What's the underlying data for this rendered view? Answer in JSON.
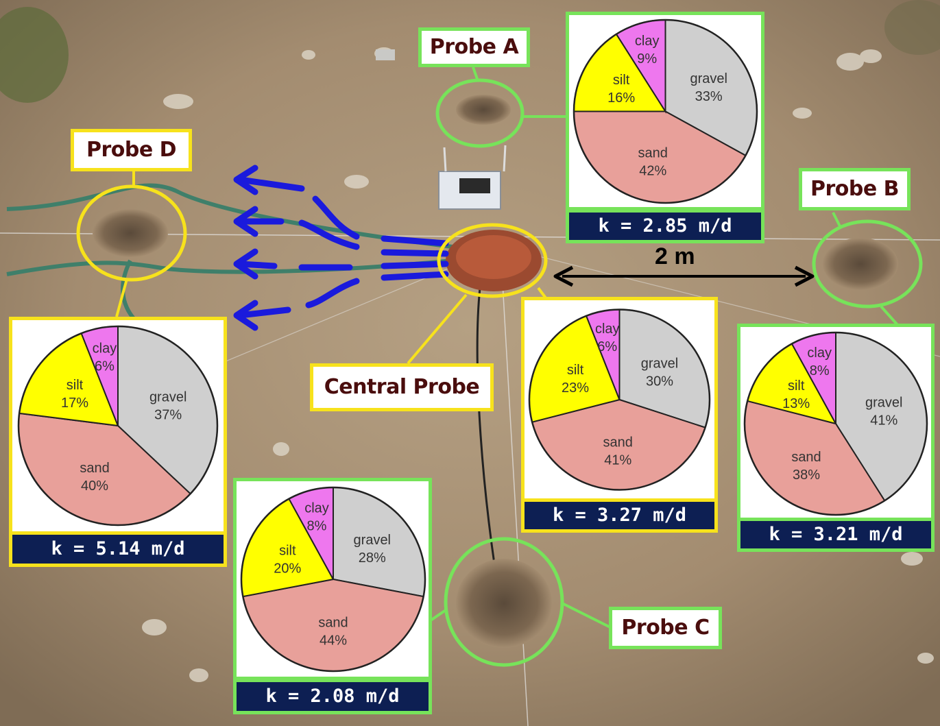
{
  "probes": [
    {
      "id": "probe-a",
      "label": "Probe A",
      "k": "k = 2.85 m/d",
      "frame_color": "#77e35a",
      "slices": [
        {
          "name": "gravel",
          "value": 33,
          "pct": "33%",
          "color": "#cfcfcf"
        },
        {
          "name": "sand",
          "value": 42,
          "pct": "42%",
          "color": "#e8a09a"
        },
        {
          "name": "silt",
          "value": 16,
          "pct": "16%",
          "color": "#ffff00"
        },
        {
          "name": "clay",
          "value": 9,
          "pct": "9%",
          "color": "#ee77ee"
        }
      ]
    },
    {
      "id": "probe-b",
      "label": "Probe B",
      "k": "k = 3.21 m/d",
      "frame_color": "#77e35a",
      "slices": [
        {
          "name": "gravel",
          "value": 41,
          "pct": "41%",
          "color": "#cfcfcf"
        },
        {
          "name": "sand",
          "value": 38,
          "pct": "38%",
          "color": "#e8a09a"
        },
        {
          "name": "silt",
          "value": 13,
          "pct": "13%",
          "color": "#ffff00"
        },
        {
          "name": "clay",
          "value": 8,
          "pct": "8%",
          "color": "#ee77ee"
        }
      ]
    },
    {
      "id": "probe-c",
      "label": "Probe C",
      "k": "k = 2.08 m/d",
      "frame_color": "#77e35a",
      "slices": [
        {
          "name": "gravel",
          "value": 28,
          "pct": "28%",
          "color": "#cfcfcf"
        },
        {
          "name": "sand",
          "value": 44,
          "pct": "44%",
          "color": "#e8a09a"
        },
        {
          "name": "silt",
          "value": 20,
          "pct": "20%",
          "color": "#ffff00"
        },
        {
          "name": "clay",
          "value": 8,
          "pct": "8%",
          "color": "#ee77ee"
        }
      ]
    },
    {
      "id": "probe-d",
      "label": "Probe D",
      "k": "k = 5.14 m/d",
      "frame_color": "#f7e21c",
      "slices": [
        {
          "name": "gravel",
          "value": 37,
          "pct": "37%",
          "color": "#cfcfcf"
        },
        {
          "name": "sand",
          "value": 40,
          "pct": "40%",
          "color": "#e8a09a"
        },
        {
          "name": "silt",
          "value": 17,
          "pct": "17%",
          "color": "#ffff00"
        },
        {
          "name": "clay",
          "value": 6,
          "pct": "6%",
          "color": "#ee77ee"
        }
      ]
    },
    {
      "id": "central",
      "label": "Central Probe",
      "k": "k = 3.27 m/d",
      "frame_color": "#f7e21c",
      "slices": [
        {
          "name": "gravel",
          "value": 30,
          "pct": "30%",
          "color": "#cfcfcf"
        },
        {
          "name": "sand",
          "value": 41,
          "pct": "41%",
          "color": "#e8a09a"
        },
        {
          "name": "silt",
          "value": 23,
          "pct": "23%",
          "color": "#ffff00"
        },
        {
          "name": "clay",
          "value": 6,
          "pct": "6%",
          "color": "#ee77ee"
        }
      ]
    }
  ],
  "distance_label": "2 m",
  "colors": {
    "probe_frame_green": "#77e35a",
    "probe_frame_yellow": "#f7e21c",
    "k_bar_background": "#0d1f53",
    "flow_arrows": "#1a1adc",
    "label_text": "#4a0d0d",
    "soil": "#a58e72"
  }
}
